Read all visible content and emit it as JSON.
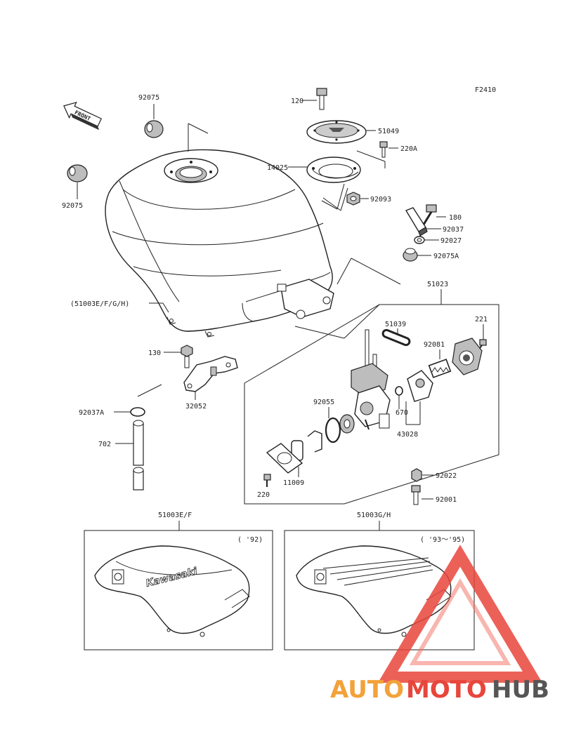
{
  "figure_code": "F2410",
  "front_label": "FRONT",
  "parts": {
    "p92075_top": "92075",
    "p92075_left": "92075",
    "p120": "120",
    "p51049": "51049",
    "p220A": "220A",
    "p14025": "14025",
    "p92093": "92093",
    "p180": "180",
    "p92037": "92037",
    "p92027": "92027",
    "p92075A": "92075A",
    "p51003_main": "(51003E/F/G/H)",
    "p51023": "51023",
    "p51039": "51039",
    "p221": "221",
    "p92081": "92081",
    "p130": "130",
    "p32052": "32052",
    "p92037A": "92037A",
    "p702": "702",
    "p92055": "92055",
    "p670": "670",
    "p43028": "43028",
    "p11009": "11009",
    "p220": "220",
    "p92022": "92022",
    "p92001": "92001",
    "p51003EF": "51003E/F",
    "p51003GH": "51003G/H"
  },
  "inset_left": {
    "year": "( '92)",
    "brand": "Kawasaki"
  },
  "inset_right": {
    "year": "( '93～'95)"
  },
  "watermark": {
    "auto": "AUTO",
    "moto": "MOTO",
    "hub": "HUB"
  },
  "colors": {
    "watermark_red": "#e8463c",
    "watermark_orange": "#f2a23a",
    "watermark_gray": "#555555"
  }
}
